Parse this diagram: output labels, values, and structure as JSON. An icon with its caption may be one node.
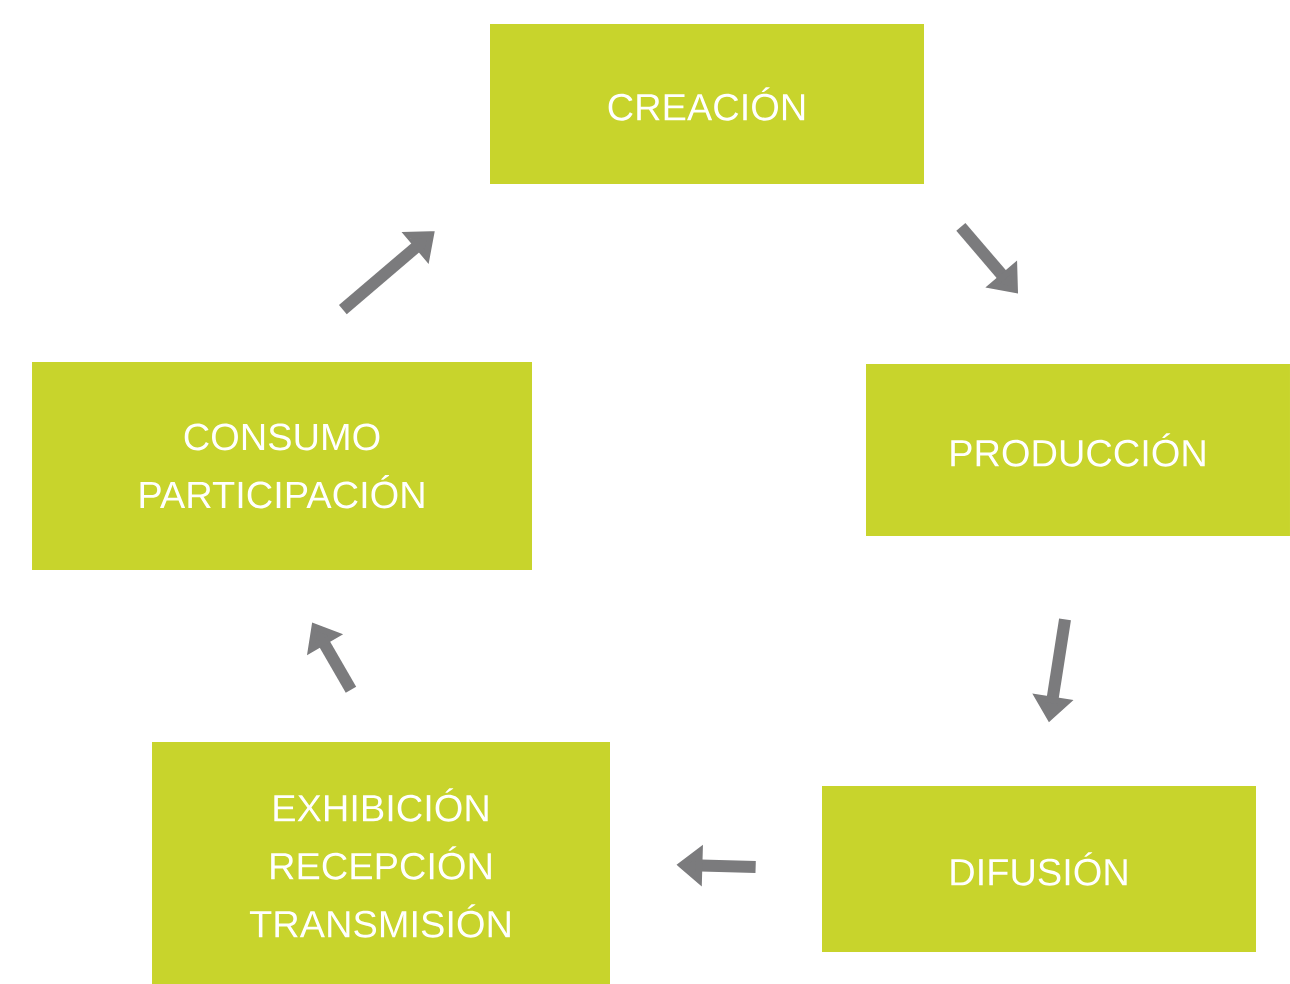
{
  "diagram": {
    "nodes": [
      {
        "text": [
          "CREACIÓN"
        ]
      },
      {
        "text": [
          "PRODUCCIÓN"
        ]
      },
      {
        "text": [
          "DIFUSIÓN"
        ]
      },
      {
        "text": [
          "EXHIBICIÓN RECEPCIÓN TRANSMISIÓN"
        ]
      },
      {
        "text": [
          "CONSUMO PARTICIPACIÓN"
        ]
      }
    ],
    "edges": [
      {
        "from": 0,
        "to": 1,
        "arrow": "to"
      },
      {
        "from": 1,
        "to": 2,
        "arrow": "to"
      },
      {
        "from": 2,
        "to": 3,
        "arrow": "to"
      },
      {
        "from": 3,
        "to": 4,
        "arrow": "to"
      },
      {
        "from": 4,
        "to": 0,
        "arrow": "to"
      }
    ]
  }
}
